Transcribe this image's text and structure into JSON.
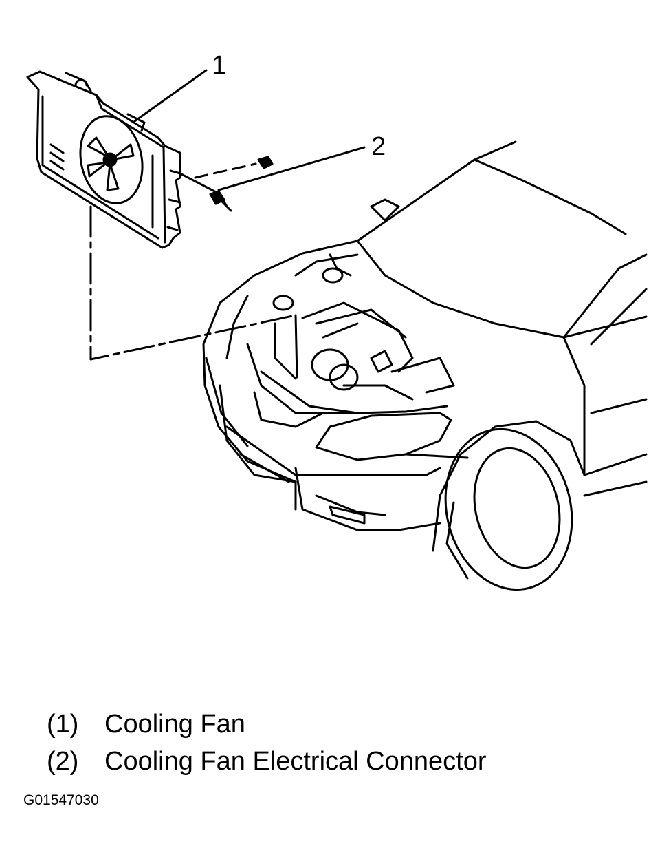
{
  "callouts": [
    {
      "label": "1"
    },
    {
      "label": "2"
    }
  ],
  "legend": [
    {
      "number": "(1)",
      "text": "Cooling Fan"
    },
    {
      "number": "(2)",
      "text": "Cooling Fan Electrical Connector"
    }
  ],
  "figure_id": "G01547030"
}
